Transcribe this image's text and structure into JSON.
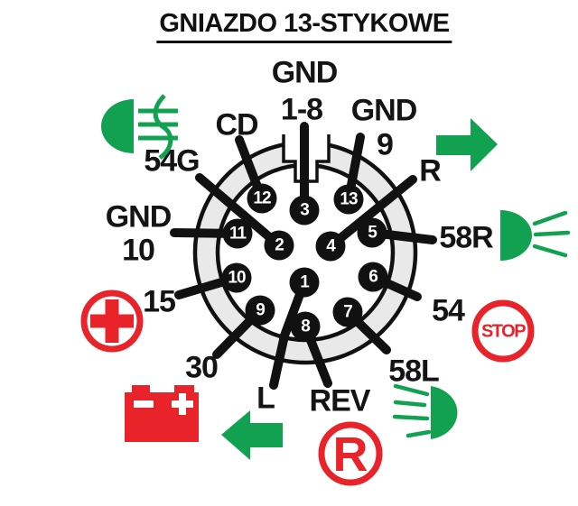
{
  "title": "GNIAZDO 13-STYKOWE",
  "connector": {
    "pins": [
      {
        "number": "1"
      },
      {
        "number": "2"
      },
      {
        "number": "3"
      },
      {
        "number": "4"
      },
      {
        "number": "5"
      },
      {
        "number": "6"
      },
      {
        "number": "7"
      },
      {
        "number": "8"
      },
      {
        "number": "9"
      },
      {
        "number": "10"
      },
      {
        "number": "11"
      },
      {
        "number": "12"
      },
      {
        "number": "13"
      }
    ]
  },
  "labels": {
    "pin3_gnd": "GND",
    "pin3_range": "1-8",
    "pin12_cd": "CD",
    "pin13_gnd": "GND",
    "pin13_num": "9",
    "pin2_54g": "54G",
    "pin4_r": "R",
    "pin11_gnd": "GND",
    "pin11_num": "10",
    "pin5_58r": "58R",
    "pin10_15": "15",
    "pin6_54": "54",
    "pin9_30": "30",
    "pin7_58l": "58L",
    "pin1_l": "L",
    "pin8_rev": "REV"
  },
  "symbols": {
    "stop_text": "STOP",
    "reverse_text": "R"
  },
  "icons": [
    "fog-light-icon",
    "right-turn-arrow-icon",
    "tail-lamp-right-icon",
    "stop-brake-icon",
    "tail-lamp-left-icon",
    "reverse-lamp-icon",
    "left-turn-arrow-icon",
    "battery-icon",
    "power-plus-icon"
  ],
  "colors": {
    "green": "#12A150",
    "red": "#E8232A",
    "socket_ring": "#E9E9E9",
    "outline": "#111111"
  }
}
